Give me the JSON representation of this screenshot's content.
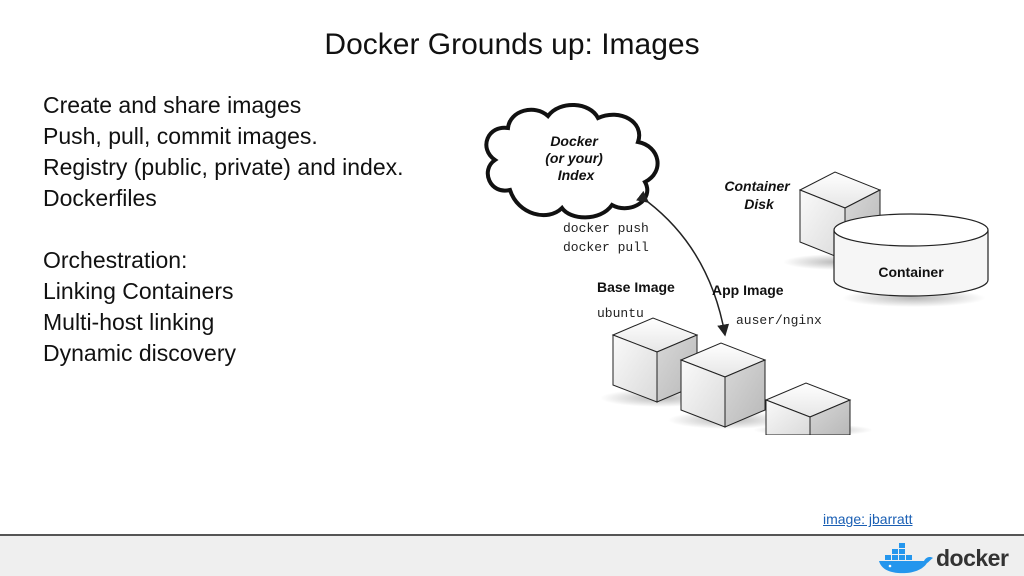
{
  "slide": {
    "title": "Docker Grounds up: Images",
    "bullets": [
      "Create and share images",
      "Push, pull, commit images.",
      "Registry (public, private) and index.",
      "Dockerfiles",
      "Orchestration:",
      "Linking Containers",
      "Multi-host linking",
      "Dynamic discovery"
    ],
    "credit": "image: jbarratt"
  },
  "diagram": {
    "cloud_lines": [
      "Docker",
      "(or your)",
      "Index"
    ],
    "commands": [
      "docker push",
      "docker pull"
    ],
    "container_disk_lines": [
      "Container",
      "Disk"
    ],
    "container_label": "Container",
    "base_image_label": "Base Image",
    "base_image_name": "ubuntu",
    "app_image_label": "App Image",
    "app_image_name": "auser/nginx"
  },
  "footer": {
    "logo_text": "docker",
    "logo_icon": "docker-whale-icon",
    "brand_color": "#2496ed"
  }
}
